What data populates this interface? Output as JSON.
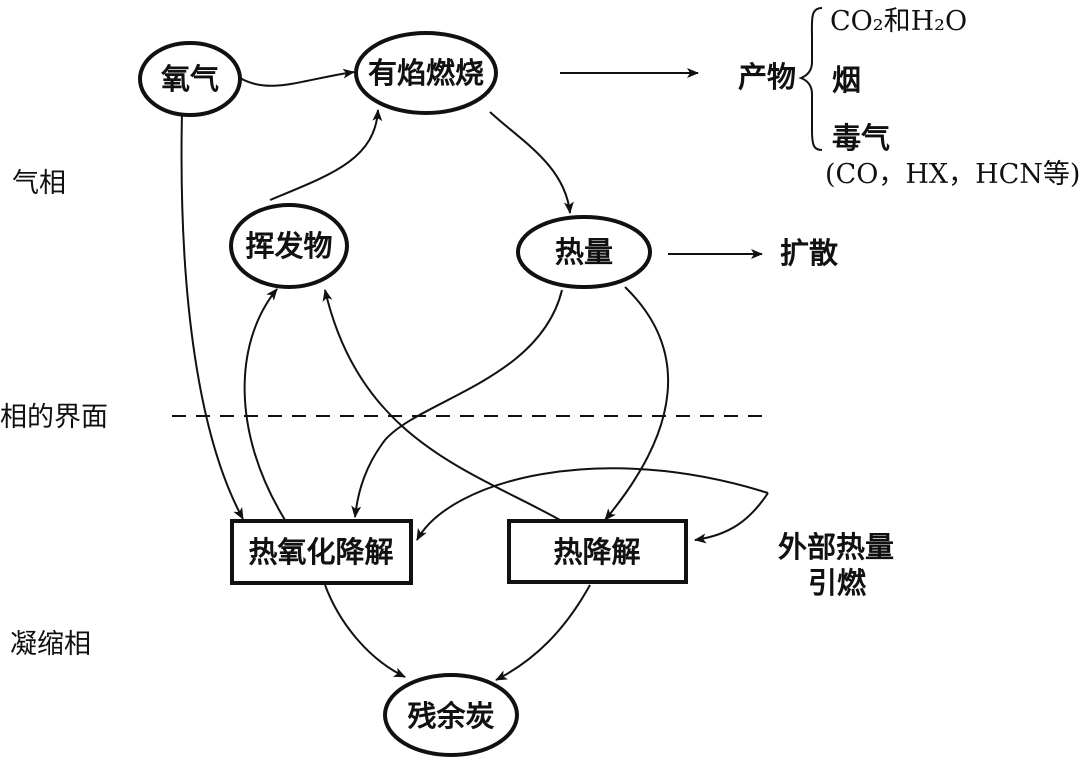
{
  "zones": {
    "gas_phase": "气相",
    "interface": "相的界面",
    "condensed_phase": "凝缩相"
  },
  "nodes": {
    "oxygen": "氧气",
    "flaming_combustion": "有焰燃烧",
    "volatiles": "挥发物",
    "heat": "热量",
    "thermo_oxidative_degradation": "热氧化降解",
    "thermal_degradation": "热降解",
    "residual_char": "残余炭"
  },
  "products": {
    "label": "产物",
    "items": {
      "co2_h2o": "CO₂和H₂O",
      "smoke": "烟",
      "toxic_gas": "毒气",
      "toxic_gas_detail": "(CO，HX，HCN等)"
    }
  },
  "diffusion": "扩散",
  "external_ignition": {
    "line1": "外部热量",
    "line2": "引燃"
  }
}
